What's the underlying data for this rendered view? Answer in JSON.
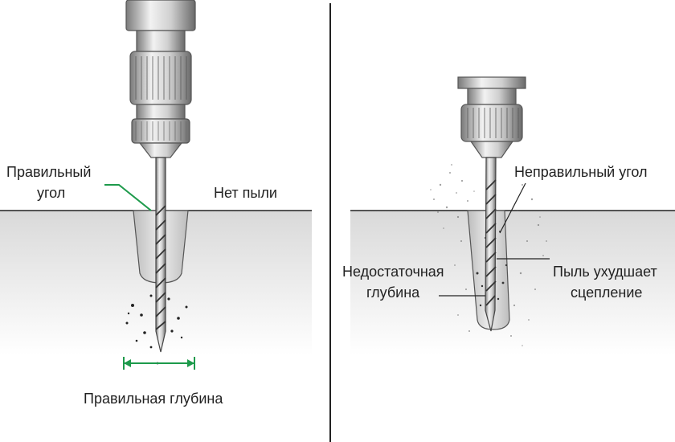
{
  "colors": {
    "accent_green": "#1d9a4b",
    "ink": "#222222",
    "steel_dark": "#6d6d6d",
    "steel_light": "#e6e6e6"
  },
  "left_panel": {
    "label_correct_angle_line1": "Правильный",
    "label_correct_angle_line2": "угол",
    "label_no_dust": "Нет пыли",
    "label_correct_depth": "Правильная глубина"
  },
  "right_panel": {
    "label_wrong_angle": "Неправильный угол",
    "label_insufficient_depth_line1": "Недостаточная",
    "label_insufficient_depth_line2": "глубина",
    "label_dust_line1": "Пыль ухудшает",
    "label_dust_line2": "сцепление"
  }
}
